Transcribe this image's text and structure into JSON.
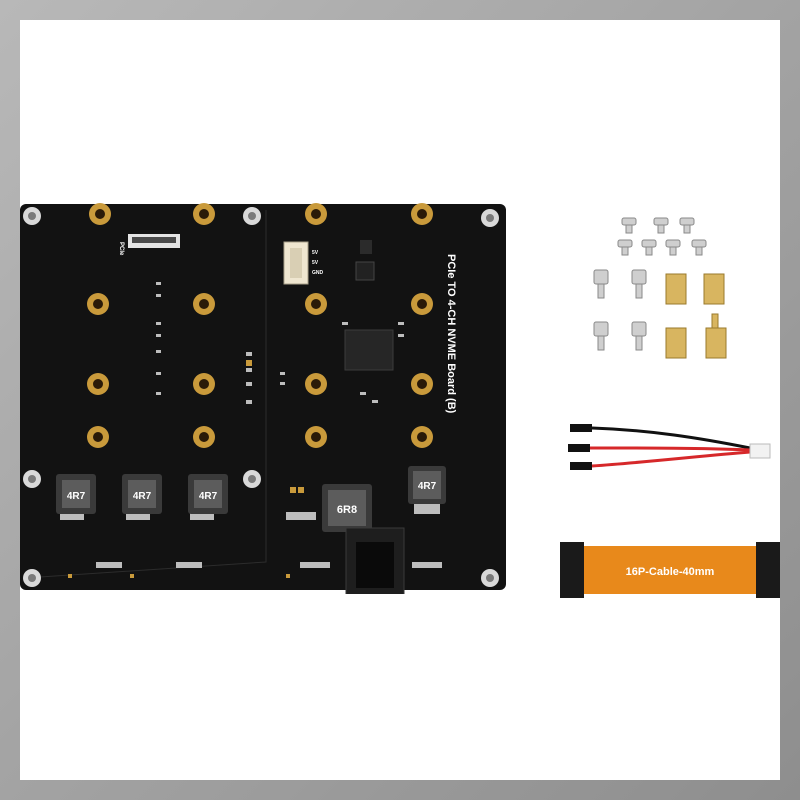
{
  "board": {
    "title": "PCIe TO 4-CH NVME Board (B)",
    "pcie_label": "PCIe",
    "inductor_labels": [
      "4R7",
      "4R7",
      "4R7",
      "6R8",
      "4R7"
    ],
    "power_pins": [
      "5V",
      "5V",
      "GND"
    ]
  },
  "accessories": {
    "ribbon_cable_label": "16P-Cable-40mm"
  },
  "colors": {
    "pcb": "#121212",
    "gold": "#c99a3b",
    "ribbon": "#e8891b",
    "wire_red": "#d6282a",
    "wire_black": "#111111"
  }
}
